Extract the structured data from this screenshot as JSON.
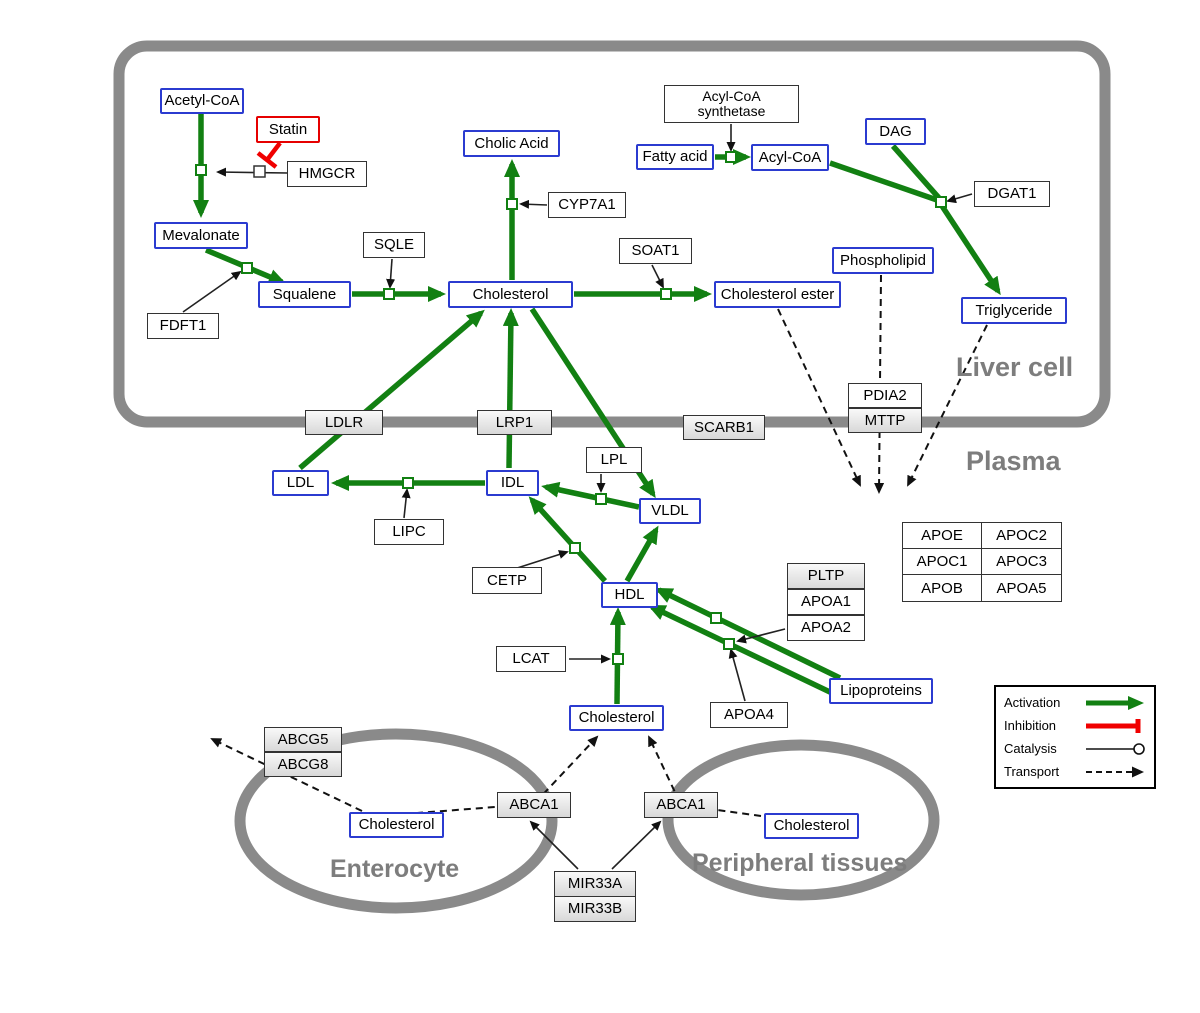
{
  "compartments": {
    "liver": "Liver cell",
    "plasma": "Plasma",
    "enterocyte": "Enterocyte",
    "peripheral": "Peripheral tissues"
  },
  "nodes": {
    "acetyl_coa": "Acetyl-CoA",
    "statin": "Statin",
    "hmgcr": "HMGCR",
    "mevalonate": "Mevalonate",
    "fdft1": "FDFT1",
    "squalene": "Squalene",
    "sqle": "SQLE",
    "cholic_acid": "Cholic Acid",
    "cyp7a1": "CYP7A1",
    "cholesterol_liver": "Cholesterol",
    "soat1": "SOAT1",
    "cholesterol_ester": "Cholesterol ester",
    "acyl_coa_synthetase_line1": "Acyl-CoA",
    "acyl_coa_synthetase_line2": "synthetase",
    "fatty_acid": "Fatty acid",
    "acyl_coa": "Acyl-CoA",
    "dag": "DAG",
    "dgat1": "DGAT1",
    "phospholipid": "Phospholipid",
    "triglyceride": "Triglyceride",
    "ldlr": "LDLR",
    "lrp1": "LRP1",
    "scarb1": "SCARB1",
    "pdia2": "PDIA2",
    "mttp": "MTTP",
    "ldl": "LDL",
    "idl": "IDL",
    "lipc": "LIPC",
    "lpl": "LPL",
    "vldl": "VLDL",
    "cetp": "CETP",
    "hdl": "HDL",
    "lcat": "LCAT",
    "pltp": "PLTP",
    "apoa1": "APOA1",
    "apoa2": "APOA2",
    "apoa4": "APOA4",
    "lipoproteins": "Lipoproteins",
    "cholesterol_plasma": "Cholesterol",
    "abcg5": "ABCG5",
    "abcg8": "ABCG8",
    "cholesterol_enterocyte": "Cholesterol",
    "abca1_enterocyte": "ABCA1",
    "abca1_peripheral": "ABCA1",
    "cholesterol_peripheral": "Cholesterol",
    "mir33a": "MIR33A",
    "mir33b": "MIR33B"
  },
  "apo_table": {
    "rows": [
      [
        "APOE",
        "APOC2"
      ],
      [
        "APOC1",
        "APOC3"
      ],
      [
        "APOB",
        "APOA5"
      ]
    ]
  },
  "legend": {
    "activation": "Activation",
    "inhibition": "Inhibition",
    "catalysis": "Catalysis",
    "transport": "Transport"
  }
}
